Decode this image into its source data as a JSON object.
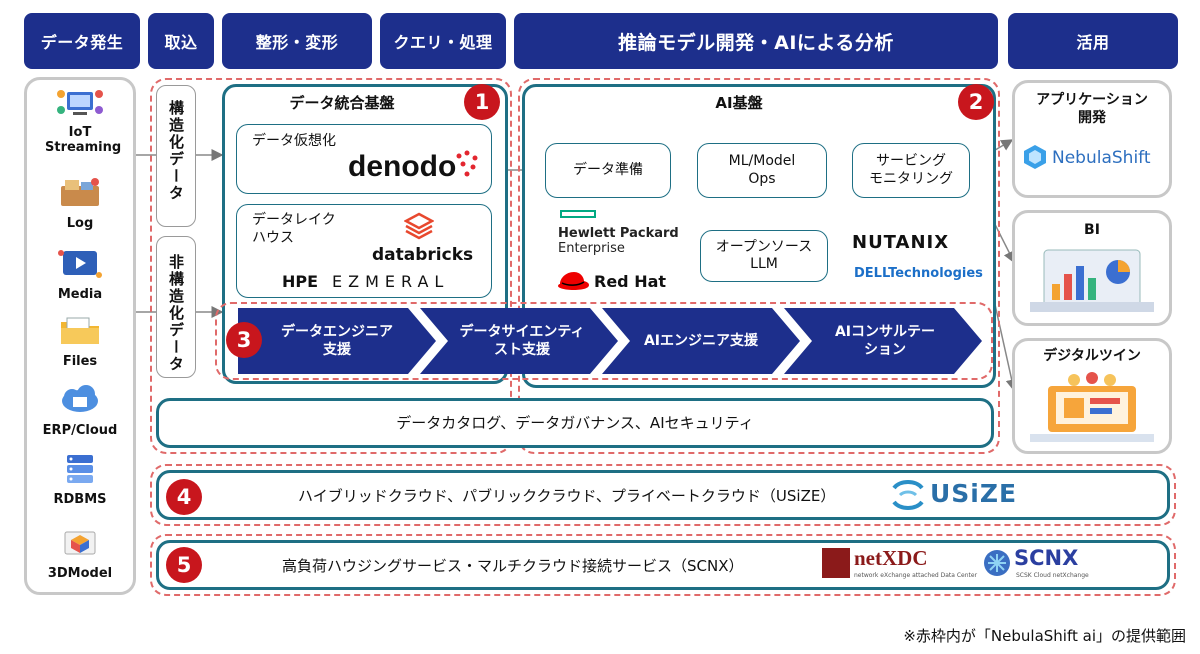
{
  "headers": {
    "data_gen": "データ発生",
    "ingest": "取込",
    "transform": "整形・変形",
    "query": "クエリ・処理",
    "ai": "推論モデル開発・AIによる分析",
    "use": "活用"
  },
  "sources": [
    "IoT Streaming",
    "Log",
    "Media",
    "Files",
    "ERP/Cloud",
    "RDBMS",
    "3DModel"
  ],
  "ingest_labels": {
    "structured": "構造化データ",
    "unstructured": "非構造化データ"
  },
  "data_platform": {
    "title": "データ統合基盤",
    "badge": "1",
    "virtualization_label": "データ仮想化",
    "denodo": "denodo",
    "lakehouse_label": "データレイク\nハウス",
    "databricks": "databricks",
    "hpe": "HPE",
    "ezmeral": "EZMERAL"
  },
  "ai_platform": {
    "title": "AI基盤",
    "badge": "2",
    "prep": "データ準備",
    "mlops": "ML/Model\nOps",
    "serving": "サービング\nモニタリング",
    "oss_llm": "オープンソース\nLLM",
    "hpe_line1": "Hewlett Packard",
    "hpe_line2": "Enterprise",
    "redhat": "Red Hat",
    "nutanix": "NUTANIX",
    "dell": "DELLTechnologies"
  },
  "support": {
    "badge": "3",
    "items": [
      "データエンジニア\n支援",
      "データサイエンティ\nスト支援",
      "AIエンジニア支援",
      "AIコンサルテー\nション"
    ]
  },
  "catalog": "データカタログ、データガバナンス、AIセキュリティ",
  "cloud": {
    "badge": "4",
    "text": "ハイブリッドクラウド、パブリッククラウド、プライベートクラウド（USiZE）",
    "logo": "USiZE"
  },
  "housing": {
    "badge": "5",
    "text": "高負荷ハウジングサービス・マルチクラウド接続サービス（SCNX）",
    "netxdc": "netXDC",
    "netxdc_sub": "network eXchange attached Data Center",
    "scnx": "SCNX",
    "scnx_sub": "SCSK Cloud netXchange"
  },
  "uses": {
    "app": "アプリケーション\n開発",
    "nebula": "NebulaShift",
    "bi": "BI",
    "twin": "デジタルツイン"
  },
  "footnote": "※赤枠内が「NebulaShift ai」の提供範囲",
  "colors": {
    "navy": "#1d2f8c",
    "teal": "#1e6f84",
    "red": "#c8161d"
  }
}
